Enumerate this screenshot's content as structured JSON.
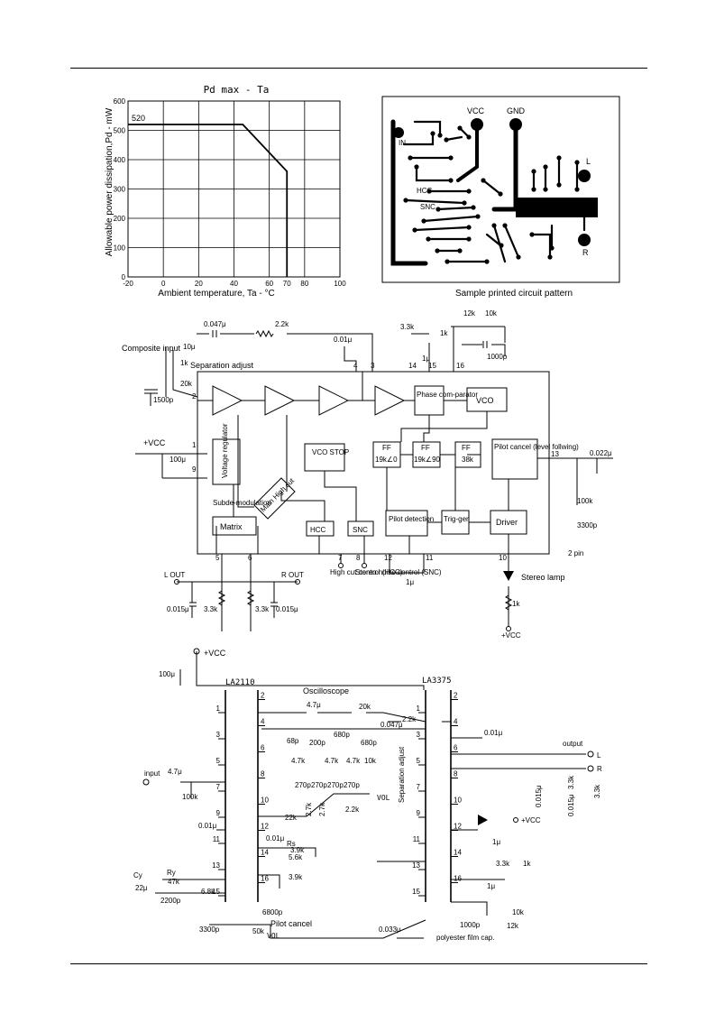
{
  "chart_data": {
    "type": "line",
    "title": "Pd max - Ta",
    "xlabel": "Ambient temperature, Ta - °C",
    "ylabel": "Allowable power dissipation,Pd - mW",
    "xlim": [
      -20,
      100
    ],
    "ylim": [
      0,
      600
    ],
    "x_ticks": [
      "-20",
      "0",
      "20",
      "40",
      "60",
      "70",
      "80",
      "100"
    ],
    "y_ticks": [
      "0",
      "100",
      "200",
      "300",
      "400",
      "500",
      "600"
    ],
    "grid": true,
    "annotation": "520",
    "series": [
      {
        "x": [
          -20,
          45,
          70,
          70
        ],
        "y": [
          520,
          520,
          360,
          0
        ]
      }
    ]
  },
  "pcb": {
    "caption": "Sample printed circuit pattern",
    "labels": {
      "vcc": "VCC",
      "gnd": "GND",
      "in": "IN",
      "hcc": "HCC",
      "snc": "SNC",
      "l": "L",
      "r": "R"
    }
  },
  "block": {
    "top_caps": {
      "c1": "0.047μ",
      "r1": "2.2k",
      "c2": "0.01μ",
      "r2": "3.3k",
      "r3": "1k",
      "c3": "1μ",
      "r4": "12k",
      "r5": "10k",
      "c4": "1000p"
    },
    "composite_input": "Composite input",
    "ci_cap": "10μ",
    "ci_pot": "1k",
    "sep_adjust": "Separation adjust",
    "r20k": "20k",
    "c1500p": "1500p",
    "vcc_in": "+VCC",
    "c100u": "100μ",
    "voltage_regulator": "Voltage regulator",
    "phase_comparator": "Phase com-parator",
    "vco": "VCO",
    "vco_stop": "VCO STOP",
    "ff1": "FF",
    "ff1_sub": "19k∠0",
    "ff2": "FF",
    "ff2_sub": "19k∠90",
    "ff3": "FF",
    "ff3_sub": "38k",
    "pilot_cancel": "Pilot cancel (level follwing)",
    "subdemod": "Subde-modulation",
    "main_high_cut": "Main High cut",
    "matrix": "Matrix",
    "hcc": "HCC",
    "snc": "SNC",
    "pilot_detection": "Pilot detection",
    "trigger": "Trig-ger",
    "driver": "Driver",
    "c022": "0.022μ",
    "r100k": "100k",
    "c3300p": "3300p",
    "to_pin2": "2 pin",
    "l_out": "L OUT",
    "r_out": "R OUT",
    "c015_l": "0.015μ",
    "r33_l": "3.3k",
    "r33_r": "3.3k",
    "c015_r": "0.015μ",
    "hcc_ctrl": "High cut control (HCC)",
    "snc_ctrl": "Stereo noise control (SNC)",
    "c1u_bottom": "1μ",
    "stereo_lamp": "Stereo lamp",
    "r1k_lamp": "1k",
    "vcc_lamp": "+VCC",
    "pins": {
      "p1": "1",
      "p2": "2",
      "p3": "3",
      "p4": "4",
      "p5": "5",
      "p6": "6",
      "p7": "7",
      "p8": "8",
      "p9": "9",
      "p10": "10",
      "p11": "11",
      "p12": "12",
      "p13": "13",
      "p14": "14",
      "p15": "15",
      "p16": "16"
    }
  },
  "test": {
    "vcc_top": "+VCC",
    "c100u": "100μ",
    "ic1": "LA2110",
    "ic2": "LA3375",
    "oscilloscope": "Oscilloscope",
    "c47u": "4.7μ",
    "r20k": "20k",
    "c047": "0.047μ",
    "r22k": "2.2k",
    "c001": "0.01μ",
    "output": "output",
    "out_l": "L",
    "out_r": "R",
    "input": "input",
    "c47u_in": "4.7μ",
    "r100k": "100k",
    "c68p": "68p",
    "c200p": "200p",
    "c680p_a": "680p",
    "c680p_b": "680p",
    "r47k_a": "4.7k",
    "r47k_b": "4.7k",
    "r47k_c": "4.7k",
    "r10k": "10k",
    "c270p_a": "270p",
    "c270p_b": "270p",
    "c270p_c": "270p",
    "c270p_d": "270p",
    "r22k_net": "22k",
    "r27k_a": "2.7k",
    "r27k_b": "2.7k",
    "r22k_b": "2.2k",
    "vol1": "VOL",
    "sep_adjust": "Separation adjust",
    "c0015_a": "0.015μ",
    "r33k_a": "3.3k",
    "r33k_b": "3.3k",
    "c0015_b": "0.015μ",
    "vcc_led": "+VCC",
    "c001_b": "0.01μ",
    "rs": "Rs",
    "r56k": "5.6k",
    "r39k_a": "3.9k",
    "r39k_b": "3.9k",
    "c1u_a": "1μ",
    "c1u_b": "1μ",
    "r33k_c": "3.3k",
    "r1k": "1k",
    "cy": "Cy",
    "c22u": "22μ",
    "ry": "Ry",
    "r47k_y": "47k",
    "c2200p": "2200p",
    "r68k": "6.8k",
    "c6800p": "6800p",
    "pilot_cancel": "Pilot cancel",
    "c3300p": "3300p",
    "r50k": "50k",
    "vol2": "VOL",
    "c0033": "0.033μ",
    "c1000p": "1000p",
    "r10k_b": "10k",
    "r12k": "12k",
    "polyester": "polyester film cap."
  }
}
